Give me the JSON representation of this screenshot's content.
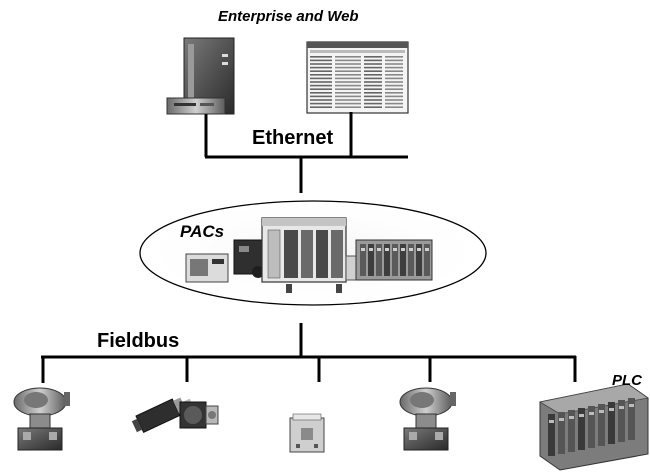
{
  "labels": {
    "enterprise": "Enterprise and Web",
    "ethernet": "Ethernet",
    "pacs": "PACs",
    "fieldbus": "Fieldbus",
    "plc": "PLC"
  },
  "icons": {
    "server": "server-tower-icon",
    "monitor": "spreadsheet-window-icon",
    "pacs": "pac-controller-cluster-icon",
    "transmitter": "pressure-transmitter-icon",
    "motor": "servo-motor-icon",
    "io_module": "io-module-icon",
    "plc": "plc-rack-icon"
  },
  "colors": {
    "line": "#000000",
    "device_dark": "#3a3a3a",
    "device_mid": "#8a8a8a",
    "device_light": "#d8d8d8"
  }
}
